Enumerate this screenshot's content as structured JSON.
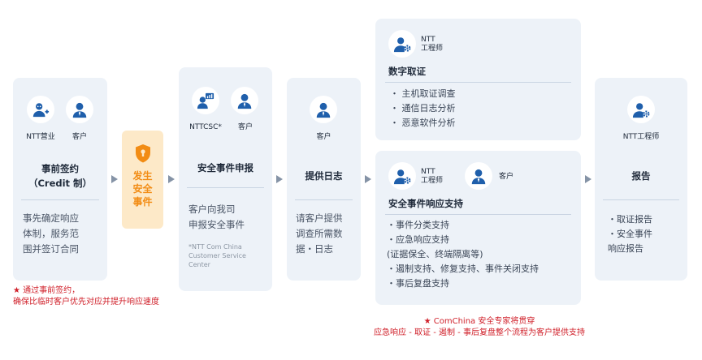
{
  "colors": {
    "card_bg": "#edf2f8",
    "event_bg": "#fde9c8",
    "event_text": "#f28c14",
    "icon_blue": "#1f5fab",
    "accent_red": "#d0202a",
    "arrow": "#8593a6"
  },
  "step1": {
    "role_a": "NTT营业",
    "role_a_icon": "person-plus-icon",
    "role_b": "客户",
    "role_b_icon": "person-icon",
    "title_line1": "事前签约",
    "title_line2": "（Credit 制）",
    "body": [
      "事先确定响应",
      "体制，服务范",
      "围并签订合同"
    ],
    "note": [
      "★ 通过事前签约，",
      "确保比临时客户优先对应并提升响应速度"
    ]
  },
  "event": {
    "icon": "shield-keyhole-icon",
    "lines": [
      "发生",
      "安全",
      "事件"
    ]
  },
  "step2": {
    "role_a": "NTTCSC*",
    "role_a_icon": "person-monitor-icon",
    "role_b": "客户",
    "role_b_icon": "person-icon",
    "title": "安全事件申报",
    "body": [
      "客户向我司",
      "申报安全事件"
    ],
    "footnote": [
      "*NTT Com China",
      "Customer Service",
      "Center"
    ]
  },
  "step3": {
    "role": "客户",
    "role_icon": "person-icon",
    "title": "提供日志",
    "body": [
      "请客户提供",
      "调查所需数",
      "据・日志"
    ]
  },
  "step4a": {
    "role_line1": "NTT",
    "role_line2": "工程师",
    "role_icon": "engineer-gear-icon",
    "title": "数字取证",
    "bullets": [
      "・ 主机取证调查",
      "・ 通信日志分析",
      "・ 恶意软件分析"
    ]
  },
  "step4b": {
    "role_a_line1": "NTT",
    "role_a_line2": "工程师",
    "role_a_icon": "engineer-gear-icon",
    "role_b": "客户",
    "role_b_icon": "person-icon",
    "title": "安全事件响应支持",
    "bullets": [
      "・事件分类支持",
      "・应急响应支持",
      "  (证据保全、终端隔离等)",
      "・遏制支持、修复支持、事件关闭支持",
      "・事后复盘支持"
    ],
    "note": [
      "★ ComChina 安全专家将贯穿",
      "应急响应 - 取证 - 遏制 - 事后复盘整个流程为客户提供支持"
    ]
  },
  "step5": {
    "role": "NTT工程师",
    "role_icon": "engineer-gear-icon",
    "title": "报告",
    "bullets": [
      "・取证报告",
      "・安全事件",
      "  响应报告"
    ]
  }
}
